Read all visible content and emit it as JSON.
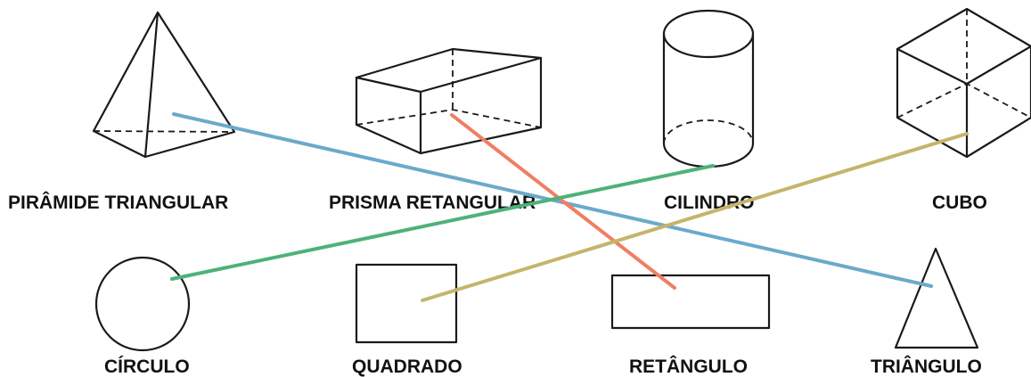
{
  "solids": [
    {
      "id": "pyramid",
      "label": "PIRÂMIDE TRIANGULAR"
    },
    {
      "id": "prism",
      "label": "PRISMA RETANGULAR"
    },
    {
      "id": "cylinder",
      "label": "CILINDRO"
    },
    {
      "id": "cube",
      "label": "CUBO"
    }
  ],
  "plane_shapes": [
    {
      "id": "circle",
      "label": "CÍRCULO"
    },
    {
      "id": "square",
      "label": "QUADRADO"
    },
    {
      "id": "rectangle",
      "label": "RETÂNGULO"
    },
    {
      "id": "triangle",
      "label": "TRIÂNGULO"
    }
  ],
  "connections": [
    {
      "from": "PIRÂMIDE TRIANGULAR",
      "to": "TRIÂNGULO",
      "color": "#6aaacb"
    },
    {
      "from": "PRISMA RETANGULAR",
      "to": "RETÂNGULO",
      "color": "#f07e63"
    },
    {
      "from": "CILINDRO",
      "to": "CÍRCULO",
      "color": "#4db27a"
    },
    {
      "from": "CUBO",
      "to": "QUADRADO",
      "color": "#c4b56a"
    }
  ]
}
